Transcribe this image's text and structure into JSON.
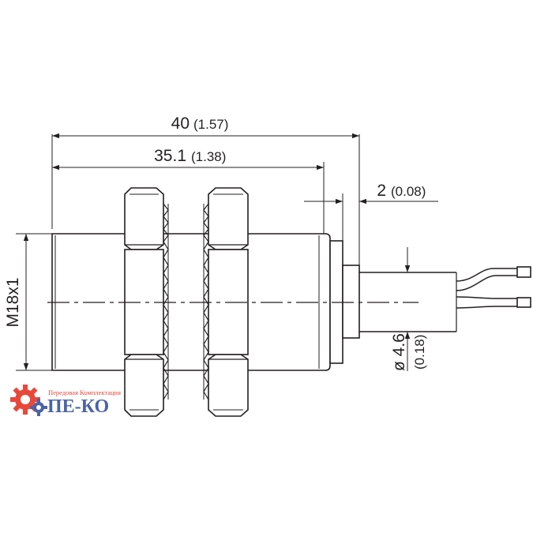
{
  "dimensions": {
    "overall_length": {
      "value": "40",
      "inch": "(1.57)"
    },
    "housing_length": {
      "value": "35.1",
      "inch": "(1.38)"
    },
    "cable_gland": {
      "value": "2",
      "inch": "(0.08)"
    },
    "thread": {
      "value": "M18x1"
    },
    "cable_diameter": {
      "value": "ø 4.6",
      "inch": "(0.18)"
    }
  },
  "logo": {
    "tagline": "Передовая Комплектация",
    "name": "ПЕ-КО"
  },
  "colors": {
    "line": "#231f20",
    "logo_red": "#e8483a",
    "logo_blue": "#4a63a8"
  }
}
